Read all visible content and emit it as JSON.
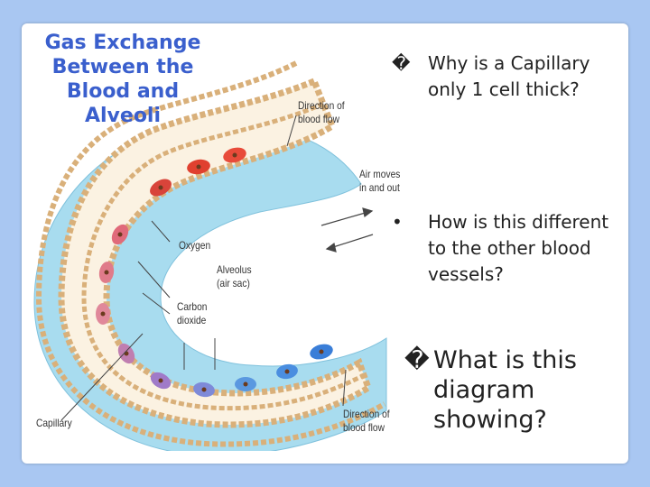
{
  "title": [
    "Gas Exchange",
    "Between the",
    "Blood and",
    "Alveoli"
  ],
  "labels": {
    "direction_top": [
      "Direction of",
      "blood flow"
    ],
    "air_moves": [
      "Air moves",
      "in and out"
    ],
    "oxygen": [
      "Oxygen"
    ],
    "alveolus": [
      "Alveolus",
      "(air sac)"
    ],
    "carbon_dioxide": [
      "Carbon",
      "dioxide"
    ],
    "capillary": [
      "Capillary"
    ],
    "direction_bottom": [
      "Direction of",
      "blood flow"
    ]
  },
  "bullets": [
    {
      "marker": "�",
      "text": "Why is a Capillary only 1 cell thick?"
    },
    {
      "marker": "•",
      "text": "How is this different to the other blood vessels?"
    },
    {
      "marker": "�",
      "text": "What is this diagram showing?"
    }
  ],
  "colors": {
    "background": "#a9c7f2",
    "title": "#3a5fcd",
    "air": "#a8dcef",
    "cell_wall": "#e8c898",
    "nucleus": "#6b3a1e"
  }
}
